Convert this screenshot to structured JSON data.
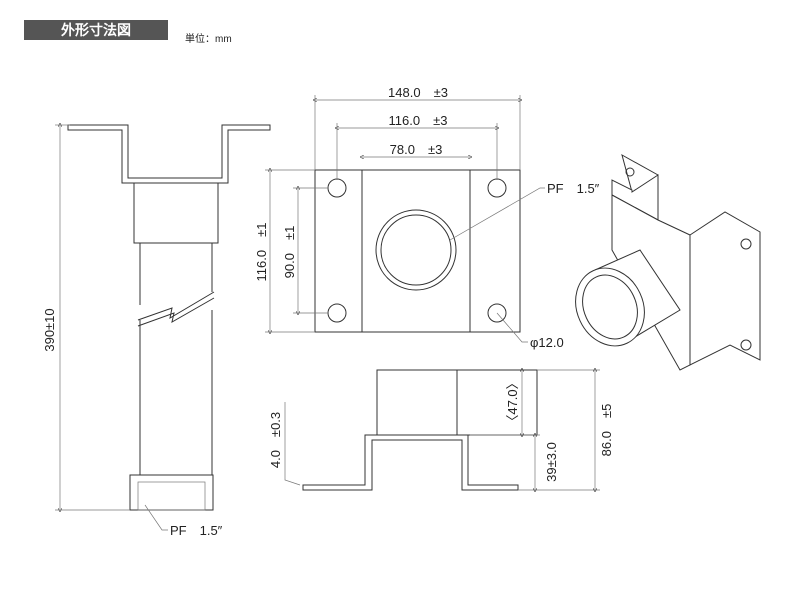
{
  "header": {
    "title": "外形寸法図",
    "unit": "単位：mm"
  },
  "left_view": {
    "length": "390±10",
    "thread": "PF　1.5″"
  },
  "top_view": {
    "width_outer": "148.0　±3",
    "width_holes": "116.0　±3",
    "width_inner": "78.0　±3",
    "height_outer": "116.0　±1",
    "height_holes": "90.0　±1",
    "thread": "PF　1.5″",
    "hole": "φ12.0"
  },
  "side_view": {
    "thickness": "4.0　±0.3",
    "socket": "〈47.0〉",
    "bracket_height": "39±3.0",
    "total_height": "86.0　±5"
  }
}
